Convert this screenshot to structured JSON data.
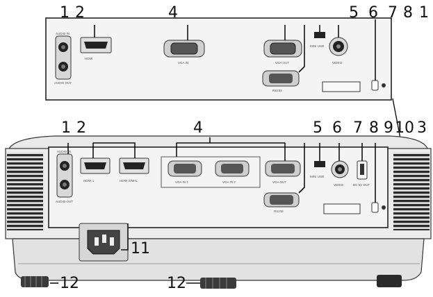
{
  "top_panel": {
    "callouts": [
      "1",
      "2",
      "4",
      "5",
      "6",
      "7",
      "8",
      "1"
    ],
    "port_labels": {
      "audio_in": "AUDIO IN",
      "audio_out": "AUDIO OUT",
      "hdmi": "HDMI",
      "vga_in": "VGA IN",
      "vga_out": "VGA OUT",
      "usb_mini": "MINI USB",
      "video": "VIDEO",
      "rs232": "RS232"
    }
  },
  "bottom_panel": {
    "callouts": [
      "1",
      "2",
      "4",
      "5",
      "6",
      "7",
      "8",
      "9",
      "10",
      "3",
      "11",
      "12",
      "12"
    ],
    "port_labels": {
      "audio_in": "AUDIO IN",
      "audio_out": "AUDIO OUT",
      "hdmi1": "HDMI 1",
      "hdmi2": "HDMI 2/MHL",
      "vga_in1": "VGA IN 1",
      "vga_in2": "VGA IN 2",
      "vga_out": "VGA OUT",
      "usb_mini": "MINI USB",
      "video": "VIDEO",
      "usb_power": "DC 5V OUT",
      "rs232": "RS232"
    }
  },
  "colors": {
    "ink": "#111111",
    "body_fill": "#e6e6e6",
    "panel_fill": "#f2f2f2",
    "grille": "#2a2a2a"
  }
}
